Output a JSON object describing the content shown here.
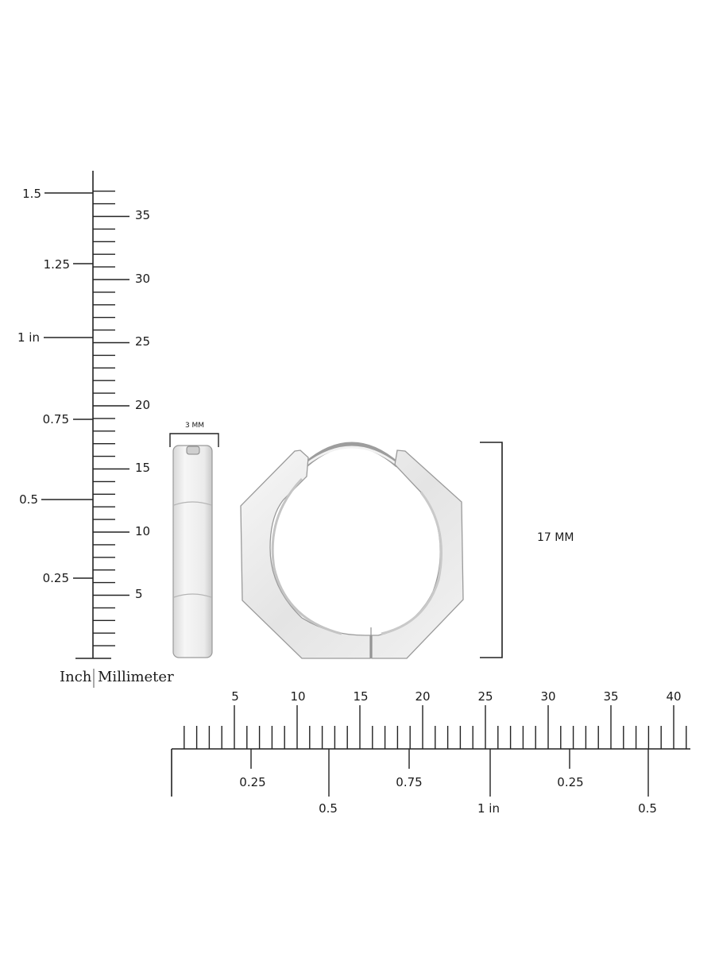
{
  "vertical_ruler": {
    "inch_labels": [
      "0.25",
      "0.5",
      "0.75",
      "1 in",
      "1.25",
      "1.5"
    ],
    "mm_labels": [
      "5",
      "10",
      "15",
      "20",
      "25",
      "30",
      "35"
    ],
    "unit_inch": "Inch",
    "unit_mm": "Millimeter"
  },
  "horizontal_ruler": {
    "mm_labels": [
      "5",
      "10",
      "15",
      "20",
      "25",
      "30",
      "35",
      "40"
    ],
    "inch_labels": [
      "0.25",
      "0.5",
      "0.75",
      "1 in",
      "0.25",
      "0.5"
    ]
  },
  "dimensions": {
    "width_label": "3 MM",
    "height_label": "17 MM"
  },
  "product": {
    "views": [
      "side-view",
      "front-view"
    ],
    "color": "#e8e8e8"
  }
}
